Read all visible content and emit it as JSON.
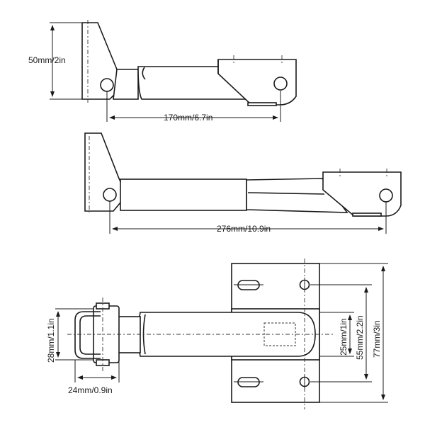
{
  "dimensions": {
    "top_height": "50mm/2in",
    "top_length": "170mm/6.7in",
    "extended_length": "276mm/10.9in",
    "latch_height": "28mm/1.1in",
    "latch_width": "24mm/0.9in",
    "inner_height": "25mm/1in",
    "hole_spacing": "55mm/2.2in",
    "plate_height": "77mm/3in"
  }
}
